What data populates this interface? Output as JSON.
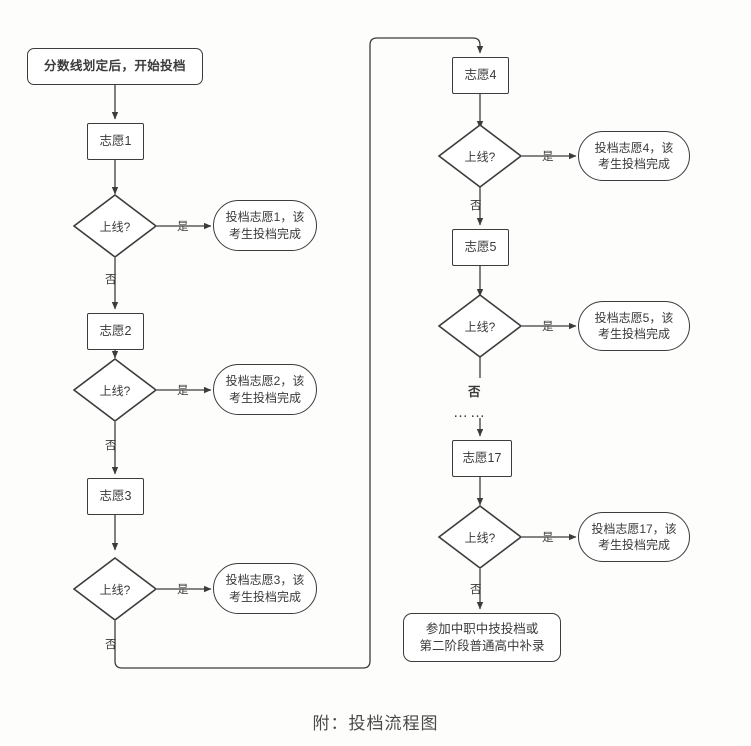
{
  "caption": "附：投档流程图",
  "labels": {
    "yes": "是",
    "no": "否",
    "ellipsis": "……",
    "decision": "上线?"
  },
  "nodes": {
    "start": "分数线划定后，开始投档",
    "choice1": "志愿1",
    "choice2": "志愿2",
    "choice3": "志愿3",
    "choice4": "志愿4",
    "choice5": "志愿5",
    "choice17": "志愿17",
    "decision1": "上线?",
    "decision2": "上线?",
    "decision3": "上线?",
    "decision4": "上线?",
    "decision5": "上线?",
    "decision17": "上线?",
    "result1_line1": "投档志愿1，该",
    "result1_line2": "考生投档完成",
    "result2_line1": "投档志愿2，该",
    "result2_line2": "考生投档完成",
    "result3_line1": "投档志愿3，该",
    "result3_line2": "考生投档完成",
    "result4_line1": "投档志愿4，该",
    "result4_line2": "考生投档完成",
    "result5_line1": "投档志愿5，该",
    "result5_line2": "考生投档完成",
    "result17_line1": "投档志愿17，该",
    "result17_line2": "考生投档完成",
    "terminal_line1": "参加中职中技投档或",
    "terminal_line2": "第二阶段普通高中补录"
  },
  "edge_labels": {
    "yes1": "是",
    "no1": "否",
    "yes2": "是",
    "no2": "否",
    "yes3": "是",
    "no3": "否",
    "yes4": "是",
    "no4": "否",
    "yes5": "是",
    "no5": "否",
    "yes17": "是",
    "no17": "否",
    "dots": "……"
  },
  "colors": {
    "stroke": "#3c3c3c",
    "text": "#3a3a3a",
    "background": "#fdfdfc",
    "node_fill": "#ffffff"
  },
  "chart_data": {
    "type": "table",
    "title": "附：投档流程图",
    "flow_steps": [
      {
        "id": "start",
        "shape": "rounded-rect",
        "text": "分数线划定后，开始投档"
      },
      {
        "id": "choice1",
        "shape": "rect",
        "text": "志愿1"
      },
      {
        "id": "decision1",
        "shape": "diamond",
        "text": "上线?",
        "yes": "投档志愿1，该考生投档完成",
        "no": "志愿2"
      },
      {
        "id": "choice2",
        "shape": "rect",
        "text": "志愿2"
      },
      {
        "id": "decision2",
        "shape": "diamond",
        "text": "上线?",
        "yes": "投档志愿2，该考生投档完成",
        "no": "志愿3"
      },
      {
        "id": "choice3",
        "shape": "rect",
        "text": "志愿3"
      },
      {
        "id": "decision3",
        "shape": "diamond",
        "text": "上线?",
        "yes": "投档志愿3，该考生投档完成",
        "no": "志愿4"
      },
      {
        "id": "choice4",
        "shape": "rect",
        "text": "志愿4"
      },
      {
        "id": "decision4",
        "shape": "diamond",
        "text": "上线?",
        "yes": "投档志愿4，该考生投档完成",
        "no": "志愿5"
      },
      {
        "id": "choice5",
        "shape": "rect",
        "text": "志愿5"
      },
      {
        "id": "decision5",
        "shape": "diamond",
        "text": "上线?",
        "yes": "投档志愿5，该考生投档完成",
        "no": "…… 志愿17"
      },
      {
        "id": "choice17",
        "shape": "rect",
        "text": "志愿17"
      },
      {
        "id": "decision17",
        "shape": "diamond",
        "text": "上线?",
        "yes": "投档志愿17，该考生投档完成",
        "no": "参加中职中技投档或第二阶段普通高中补录"
      }
    ]
  }
}
